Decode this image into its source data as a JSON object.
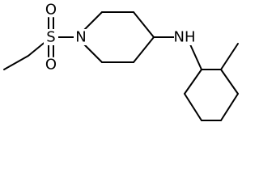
{
  "structure": {
    "atoms": {
      "sulfur": "S",
      "oxygen_top": "O",
      "oxygen_bottom": "O",
      "ring_nitrogen": "N",
      "amine": "NH"
    }
  },
  "colors": {
    "bond": "#000000",
    "background": "#ffffff",
    "label": "#000000"
  }
}
